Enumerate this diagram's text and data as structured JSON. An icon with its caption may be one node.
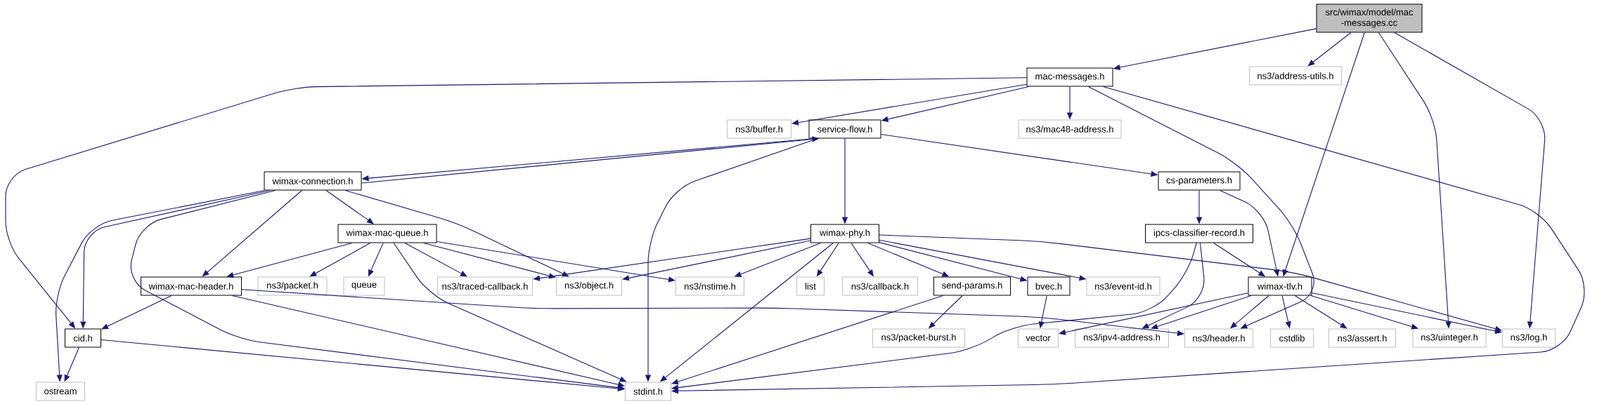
{
  "diagram": {
    "nodes": [
      {
        "text": [
          "src/wimax/model/mac -messages.cc"
        ]
      },
      {
        "text": [
          "mac-messages.h"
        ]
      },
      {
        "text": [
          "ns3/address-utils.h"
        ]
      },
      {
        "text": [
          "ns3/buffer.h"
        ]
      },
      {
        "text": [
          "service-flow.h"
        ]
      },
      {
        "text": [
          "ns3/mac48-address.h"
        ]
      },
      {
        "text": [
          "wimax-connection.h"
        ]
      },
      {
        "text": [
          "cs-parameters.h"
        ]
      },
      {
        "text": [
          "wimax-mac-queue.h"
        ]
      },
      {
        "text": [
          "wimax-phy.h"
        ]
      },
      {
        "text": [
          "ipcs-classifier-record.h"
        ]
      },
      {
        "text": [
          "wimax-mac-header.h"
        ]
      },
      {
        "text": [
          "ns3/packet.h"
        ]
      },
      {
        "text": [
          "queue"
        ]
      },
      {
        "text": [
          "ns3/traced-callback.h"
        ]
      },
      {
        "text": [
          "ns3/object.h"
        ]
      },
      {
        "text": [
          "ns3/nstime.h"
        ]
      },
      {
        "text": [
          "list"
        ]
      },
      {
        "text": [
          "ns3/callback.h"
        ]
      },
      {
        "text": [
          "send-params.h"
        ]
      },
      {
        "text": [
          "bvec.h"
        ]
      },
      {
        "text": [
          "ns3/event-id.h"
        ]
      },
      {
        "text": [
          "wimax-tlv.h"
        ]
      },
      {
        "text": [
          "cid.h"
        ]
      },
      {
        "text": [
          "ns3/packet-burst.h"
        ]
      },
      {
        "text": [
          "vector"
        ]
      },
      {
        "text": [
          "ns3/ipv4-address.h"
        ]
      },
      {
        "text": [
          "ns3/header.h"
        ]
      },
      {
        "text": [
          "cstdlib"
        ]
      },
      {
        "text": [
          "ns3/assert.h"
        ]
      },
      {
        "text": [
          "ns3/uinteger.h"
        ]
      },
      {
        "text": [
          "ns3/log.h"
        ]
      },
      {
        "text": [
          "ostream"
        ]
      },
      {
        "text": [
          "stdint.h"
        ]
      }
    ],
    "edges": [
      {
        "from": 0,
        "to": 1,
        "arrow": "to"
      },
      {
        "from": 0,
        "to": 2,
        "arrow": "to"
      },
      {
        "from": 0,
        "to": 22,
        "arrow": "to"
      },
      {
        "from": 0,
        "to": 30,
        "arrow": "to"
      },
      {
        "from": 0,
        "to": 31,
        "arrow": "to"
      },
      {
        "from": 1,
        "to": 23,
        "arrow": "to"
      },
      {
        "from": 1,
        "to": 3,
        "arrow": "to"
      },
      {
        "from": 1,
        "to": 4,
        "arrow": "to"
      },
      {
        "from": 1,
        "to": 5,
        "arrow": "to"
      },
      {
        "from": 1,
        "to": 27,
        "arrow": "to"
      },
      {
        "from": 1,
        "to": 33,
        "arrow": "to"
      },
      {
        "from": 4,
        "to": 6,
        "arrow": "to"
      },
      {
        "from": 4,
        "to": 33,
        "arrow": "to"
      },
      {
        "from": 4,
        "to": 9,
        "arrow": "to"
      },
      {
        "from": 4,
        "to": 7,
        "arrow": "to"
      },
      {
        "from": 6,
        "to": 4,
        "arrow": "to"
      },
      {
        "from": 6,
        "to": 32,
        "arrow": "to"
      },
      {
        "from": 6,
        "to": 23,
        "arrow": "to"
      },
      {
        "from": 6,
        "to": 33,
        "arrow": "to"
      },
      {
        "from": 6,
        "to": 11,
        "arrow": "to"
      },
      {
        "from": 6,
        "to": 8,
        "arrow": "to"
      },
      {
        "from": 6,
        "to": 15,
        "arrow": "to"
      },
      {
        "from": 8,
        "to": 11,
        "arrow": "to"
      },
      {
        "from": 8,
        "to": 12,
        "arrow": "to"
      },
      {
        "from": 8,
        "to": 13,
        "arrow": "to"
      },
      {
        "from": 8,
        "to": 14,
        "arrow": "to"
      },
      {
        "from": 8,
        "to": 33,
        "arrow": "to"
      },
      {
        "from": 8,
        "to": 15,
        "arrow": "to"
      },
      {
        "from": 8,
        "to": 16,
        "arrow": "to"
      },
      {
        "from": 11,
        "to": 23,
        "arrow": "to"
      },
      {
        "from": 11,
        "to": 33,
        "arrow": "to"
      },
      {
        "from": 11,
        "to": 27,
        "arrow": "to"
      },
      {
        "from": 9,
        "to": 14,
        "arrow": "to"
      },
      {
        "from": 9,
        "to": 15,
        "arrow": "to"
      },
      {
        "from": 9,
        "to": 16,
        "arrow": "to"
      },
      {
        "from": 9,
        "to": 17,
        "arrow": "to"
      },
      {
        "from": 9,
        "to": 18,
        "arrow": "to"
      },
      {
        "from": 9,
        "to": 19,
        "arrow": "to"
      },
      {
        "from": 9,
        "to": 20,
        "arrow": "to"
      },
      {
        "from": 9,
        "to": 21,
        "arrow": "to"
      },
      {
        "from": 9,
        "to": 31,
        "arrow": "to"
      },
      {
        "from": 9,
        "to": 33,
        "arrow": "to"
      },
      {
        "from": 19,
        "to": 33,
        "arrow": "to"
      },
      {
        "from": 19,
        "to": 24,
        "arrow": "to"
      },
      {
        "from": 20,
        "to": 25,
        "arrow": "to"
      },
      {
        "from": 7,
        "to": 10,
        "arrow": "to"
      },
      {
        "from": 7,
        "to": 22,
        "arrow": "to"
      },
      {
        "from": 10,
        "to": 22,
        "arrow": "to"
      },
      {
        "from": 10,
        "to": 33,
        "arrow": "to"
      },
      {
        "from": 10,
        "to": 26,
        "arrow": "to"
      },
      {
        "from": 22,
        "to": 25,
        "arrow": "to"
      },
      {
        "from": 22,
        "to": 26,
        "arrow": "to"
      },
      {
        "from": 22,
        "to": 27,
        "arrow": "to"
      },
      {
        "from": 22,
        "to": 28,
        "arrow": "to"
      },
      {
        "from": 22,
        "to": 29,
        "arrow": "to"
      },
      {
        "from": 22,
        "to": 30,
        "arrow": "to"
      },
      {
        "from": 22,
        "to": 31,
        "arrow": "to"
      },
      {
        "from": 23,
        "to": 32,
        "arrow": "to"
      },
      {
        "from": 23,
        "to": 33,
        "arrow": "to"
      }
    ]
  }
}
